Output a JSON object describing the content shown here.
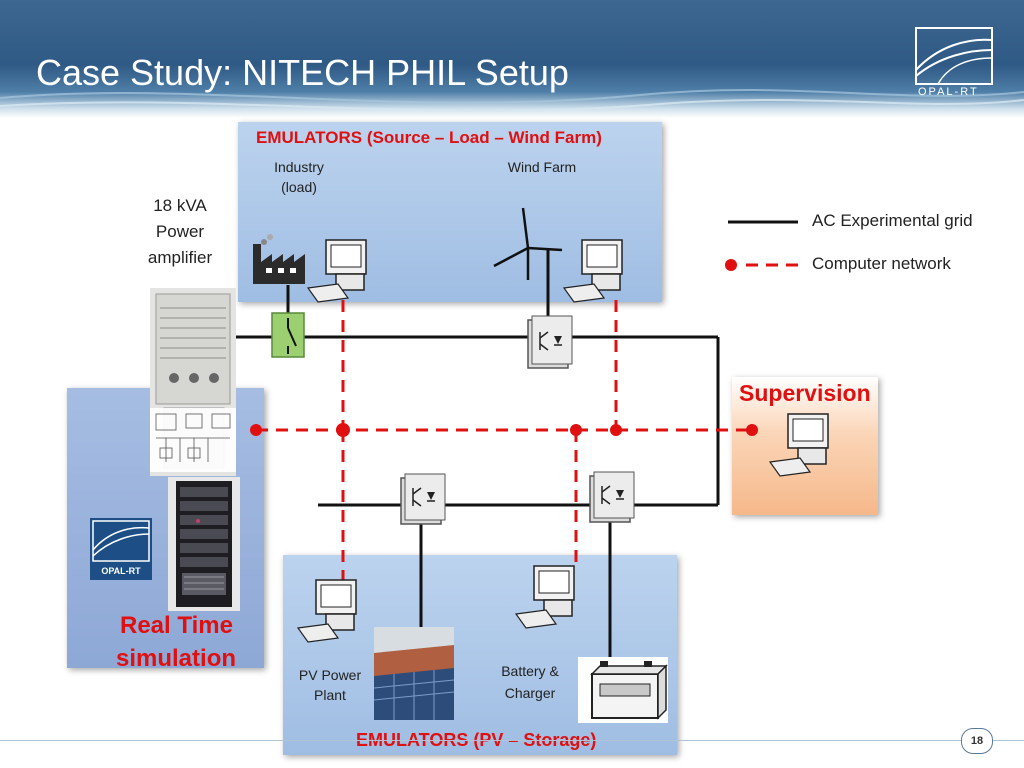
{
  "slide": {
    "title": "Case Study: NITECH PHIL Setup",
    "page_number": "18"
  },
  "logo": {
    "text": "OPAL-RT"
  },
  "emulators_top": {
    "title": "EMULATORS (Source – Load – Wind Farm)",
    "industry_label_1": "Industry",
    "industry_label_2": "(load)",
    "wind_label": "Wind Farm"
  },
  "amplifier": {
    "line1": "18 kVA",
    "line2": "Power",
    "line3": "amplifier"
  },
  "legend": {
    "ac_grid": "AC Experimental grid",
    "network": "Computer network"
  },
  "supervision": {
    "title": "Supervision"
  },
  "realtime": {
    "line1": "Real Time",
    "line2": "simulation",
    "logo_text": "OPAL-RT"
  },
  "emulators_bottom": {
    "title": "EMULATORS (PV – Storage)",
    "pv_label_1": "PV Power",
    "pv_label_2": "Plant",
    "battery_label_1": "Battery &",
    "battery_label_2": "Charger"
  },
  "colors": {
    "accent_red": "#e01010",
    "header_blue": "#2f5a85",
    "box_blue": "#a9c5e6",
    "supervision_orange": "#f5b88a"
  }
}
